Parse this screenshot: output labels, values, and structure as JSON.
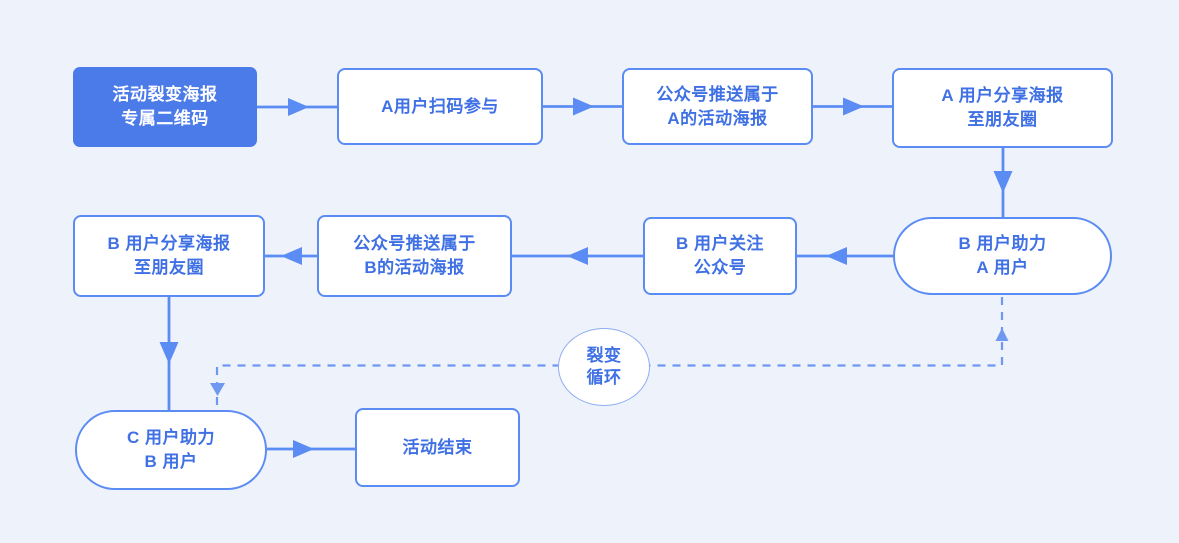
{
  "colors": {
    "bg": "#eef2fb",
    "line": "#5b8cf3",
    "dash": "#6f98f0",
    "circle_border": "#8fadf2",
    "filled": "#4b7ae9",
    "text": "#3f70e4",
    "node_bg": "#ffffff"
  },
  "nodes": {
    "qr": {
      "lines": [
        "活动裂变海报",
        "专属二维码"
      ]
    },
    "scan": {
      "lines": [
        "A用户扫码参与"
      ]
    },
    "push_a": {
      "lines": [
        "公众号推送属于",
        "A的活动海报"
      ]
    },
    "share_a": {
      "lines": [
        "A 用户分享海报",
        "至朋友圈"
      ]
    },
    "assist_b": {
      "lines": [
        "B 用户助力",
        "A 用户"
      ]
    },
    "follow_b": {
      "lines": [
        "B 用户关注",
        "公众号"
      ]
    },
    "push_b": {
      "lines": [
        "公众号推送属于",
        "B的活动海报"
      ]
    },
    "share_b": {
      "lines": [
        "B 用户分享海报",
        "至朋友圈"
      ]
    },
    "assist_c": {
      "lines": [
        "C 用户助力",
        "B 用户"
      ]
    },
    "end": {
      "lines": [
        "活动结束"
      ]
    },
    "loop": {
      "lines": [
        "裂变",
        "循环"
      ]
    }
  }
}
